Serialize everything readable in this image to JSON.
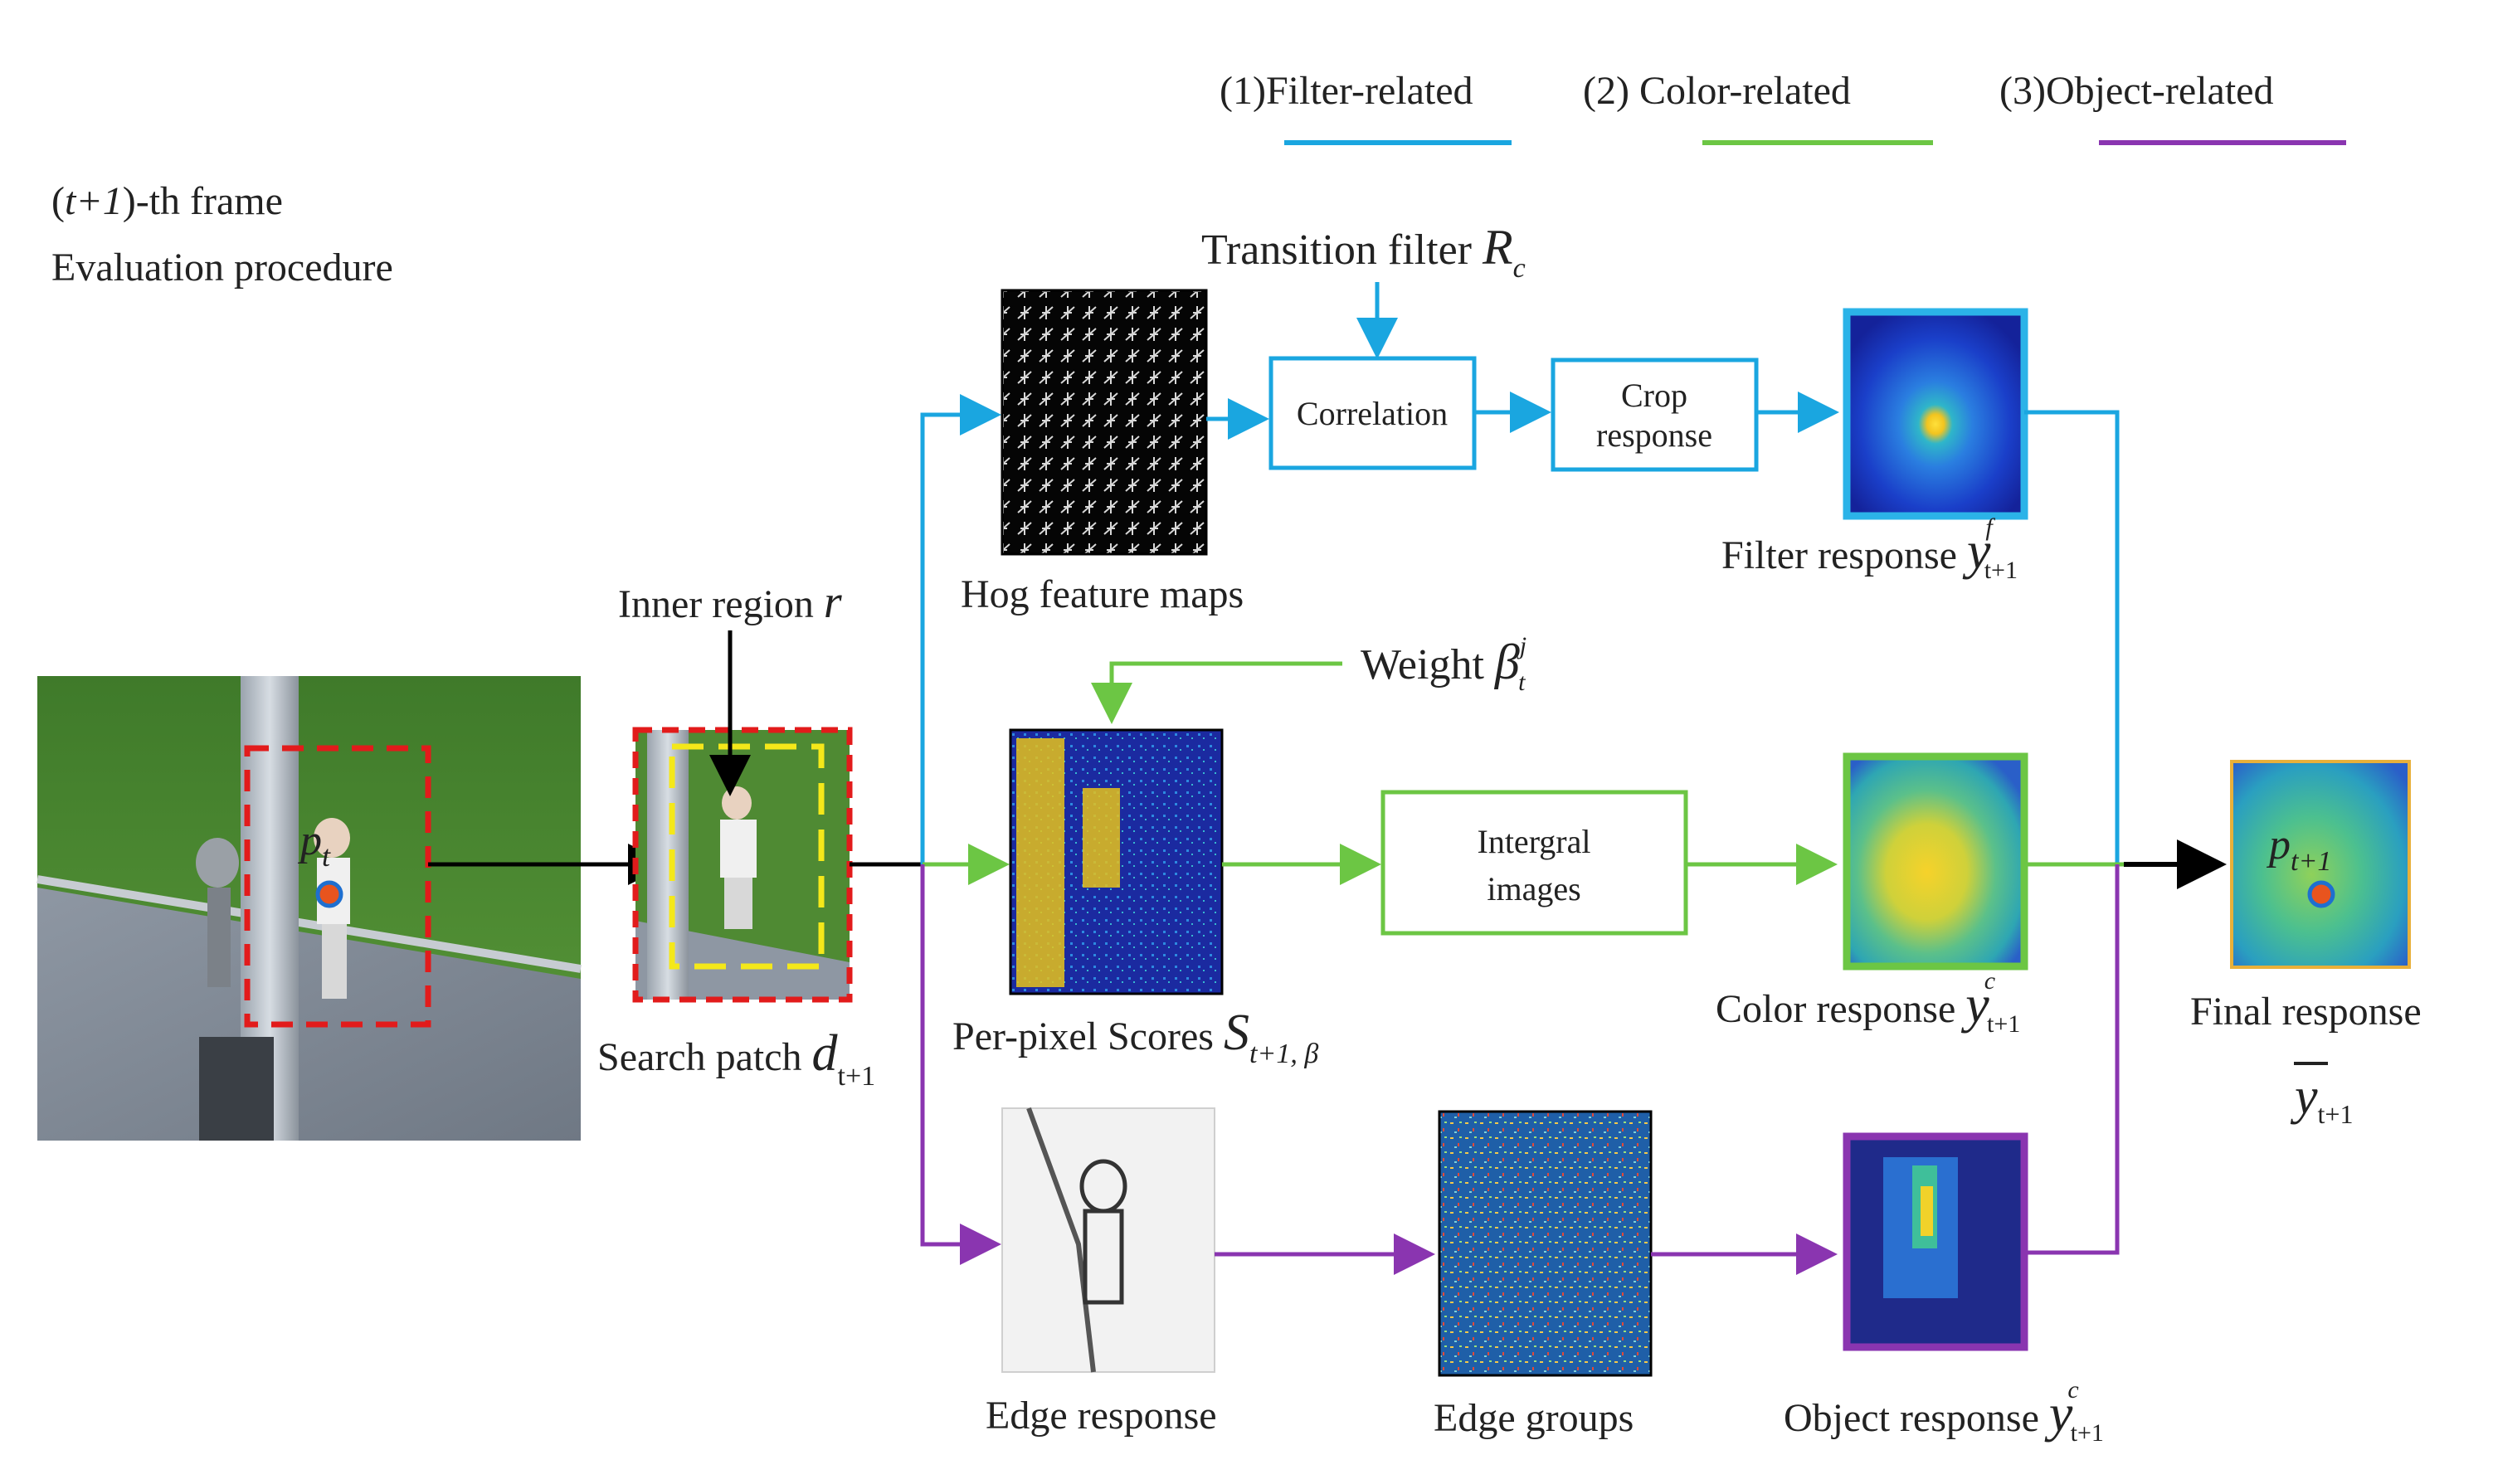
{
  "legend": [
    {
      "label": "(1)Filter-related",
      "color": "#1aa6e0"
    },
    {
      "label": "(2) Color-related",
      "color": "#6cc644"
    },
    {
      "label": "(3)Object-related",
      "color": "#8a35b0"
    }
  ],
  "header": {
    "frame_open": "(",
    "frame_t": "t+1",
    "frame_close": ")-th frame",
    "line2": "Evaluation procedure"
  },
  "inputs": {
    "frame_marker": "p",
    "frame_marker_sub": "t",
    "inner_region_label": "Inner region ",
    "inner_region_symbol": "r",
    "search_patch_label": "Search patch ",
    "search_patch_symbol": "d",
    "search_patch_sub": "t+1"
  },
  "filter_branch": {
    "transition_label": "Transition filter ",
    "transition_symbol": "R",
    "transition_sub": "c",
    "hog_label": "Hog feature maps",
    "correlation_label": "Correlation",
    "crop_line1": "Crop",
    "crop_line2": "response",
    "response_label": "Filter response ",
    "response_symbol": "y",
    "response_sup": "f",
    "response_sub": "t+1"
  },
  "color_branch": {
    "weight_label": "Weight ",
    "weight_symbol": "β",
    "weight_sup": "j",
    "weight_sub": "t",
    "scores_label": "Per-pixel Scores ",
    "scores_symbol": "S",
    "scores_sub": "t+1, β",
    "integral_line1": "Intergral",
    "integral_line2": "images",
    "response_label": "Color response ",
    "response_symbol": "y",
    "response_sup": "c",
    "response_sub": "t+1"
  },
  "object_branch": {
    "edge_response_label": "Edge response",
    "edge_groups_label": "Edge groups",
    "response_label": "Object response ",
    "response_symbol": "y",
    "response_sup": "c",
    "response_sub": "t+1"
  },
  "final": {
    "label": "Final response",
    "symbol": "y",
    "symbol_sub": "t+1",
    "marker": "p",
    "marker_sub": "t+1"
  }
}
